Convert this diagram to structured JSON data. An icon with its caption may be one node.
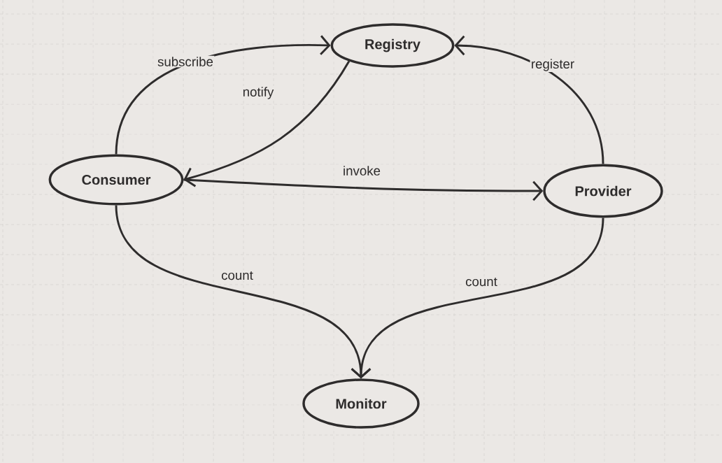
{
  "diagram": {
    "nodes": [
      {
        "text": [
          "Registry"
        ]
      },
      {
        "text": [
          "Consumer"
        ]
      },
      {
        "text": [
          "Provider"
        ]
      },
      {
        "text": [
          "Monitor"
        ]
      }
    ],
    "edges": [
      {
        "from": 1,
        "to": 0,
        "arrow": "to",
        "label": "subscribe"
      },
      {
        "from": 0,
        "to": 1,
        "arrow": "to",
        "label": "notify"
      },
      {
        "from": 1,
        "to": 2,
        "arrow": "to",
        "label": "invoke"
      },
      {
        "from": 2,
        "to": 0,
        "arrow": "to",
        "label": "register"
      },
      {
        "from": 1,
        "to": 3,
        "arrow": "to",
        "label": "count"
      },
      {
        "from": 2,
        "to": 3,
        "arrow": "to",
        "label": "count"
      }
    ]
  }
}
